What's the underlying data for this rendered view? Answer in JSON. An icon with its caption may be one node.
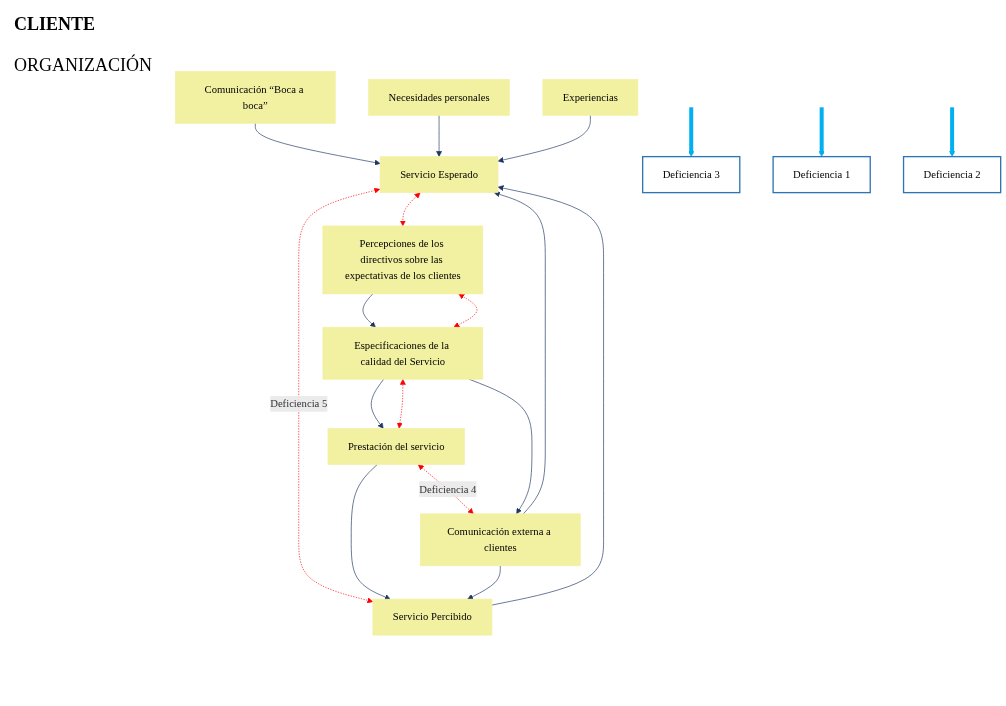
{
  "diagram": {
    "nodes": [
      {
        "text": [
          "Comunicación “Boca a boca”"
        ]
      },
      {
        "text": [
          "Necesidades personales"
        ]
      },
      {
        "text": [
          "Experiencias"
        ]
      },
      {
        "text": [
          "Servicio Esperado"
        ]
      },
      {
        "text": [
          "Servicio Percibido"
        ]
      },
      {
        "text": [
          "Prestación del servicio"
        ]
      },
      {
        "text": [
          "Comunicación externa a clientes"
        ]
      },
      {
        "text": [
          "Especificaciones de la calidad del Servicio"
        ]
      },
      {
        "text": [
          "Percepciones de los directivos sobre las expectativas de los clientes"
        ]
      },
      {
        "text": [
          "Deficiencia 3"
        ]
      },
      {
        "text": [
          "Deficiencia 1"
        ]
      },
      {
        "text": [
          "Deficiencia 2"
        ]
      }
    ],
    "edges": [
      {
        "from": 0,
        "to": 3,
        "arrow": "to"
      },
      {
        "from": 1,
        "to": 3,
        "arrow": "to"
      },
      {
        "from": 2,
        "to": 3,
        "arrow": "to"
      },
      {
        "from": 4,
        "to": 3,
        "arrow": "to"
      },
      {
        "from": 3,
        "to": 4,
        "arrow": "both",
        "label": "Deficiencia 5",
        "style": "dashed",
        "color": "#ff0000"
      },
      {
        "from": 5,
        "to": 4,
        "arrow": "to"
      },
      {
        "from": 6,
        "to": 3,
        "arrow": "to"
      },
      {
        "from": 6,
        "to": 4,
        "arrow": "to"
      },
      {
        "from": 5,
        "to": 6,
        "arrow": "both",
        "label": "Deficiencia 4",
        "style": "dashed",
        "color": "#ff0000"
      },
      {
        "from": 7,
        "to": 5,
        "arrow": "to"
      },
      {
        "from": 7,
        "to": 6,
        "arrow": "to"
      },
      {
        "from": 8,
        "to": 7,
        "arrow": "to"
      },
      {
        "from": 5,
        "to": 7,
        "arrow": "both",
        "style": "dashed",
        "color": "#ff0000"
      },
      {
        "from": 7,
        "to": 8,
        "arrow": "both",
        "style": "dashed",
        "color": "#ff0000"
      },
      {
        "from": 3,
        "to": 8,
        "arrow": "both",
        "style": "dashed",
        "color": "#ff0000"
      },
      {
        "from": null,
        "to": 9,
        "arrow": "to",
        "style": "thick",
        "color": "#00b0f0"
      },
      {
        "from": null,
        "to": 11,
        "arrow": "to",
        "style": "thick",
        "color": "#00b0f0"
      },
      {
        "from": null,
        "to": 10,
        "arrow": "to",
        "style": "thick",
        "color": "#00b0f0"
      }
    ],
    "labels": [
      "CLIENTE",
      "ORGANIZACIÓN"
    ]
  }
}
